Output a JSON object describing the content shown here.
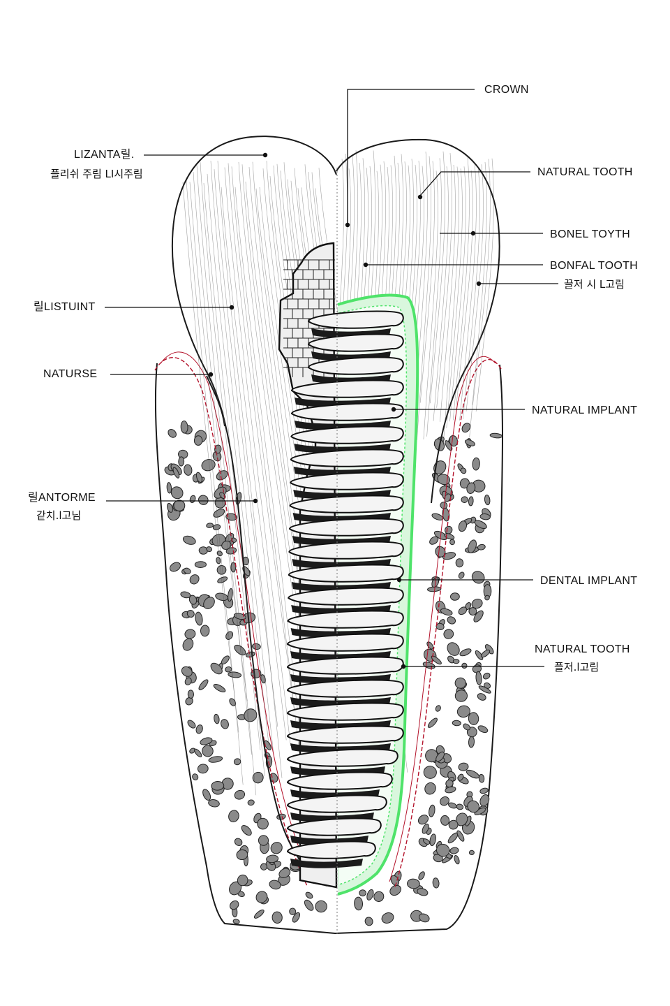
{
  "diagram": {
    "labels_left": [
      {
        "id": "l1",
        "line1": "LIZANTA릴.",
        "line2": "플리쉬 주림 LI시주림"
      },
      {
        "id": "l2",
        "line1": "릴LISTUINT",
        "line2": ""
      },
      {
        "id": "l3",
        "line1": "NATURSE",
        "line2": ""
      },
      {
        "id": "l4",
        "line1": "릴ANTORME",
        "line2": "같치.l고님"
      }
    ],
    "labels_right": [
      {
        "id": "r1",
        "line1": "CROWN",
        "line2": ""
      },
      {
        "id": "r2",
        "line1": "NATURAL TOOTH",
        "line2": ""
      },
      {
        "id": "r3",
        "line1": "BONEL TOYTH",
        "line2": ""
      },
      {
        "id": "r4",
        "line1": "BONFAL TOOTH",
        "line2": "끌저 시 L고림"
      },
      {
        "id": "r5",
        "line1": "NATURAL IMPLANT",
        "line2": ""
      },
      {
        "id": "r6",
        "line1": "DENTAL IMPLANT",
        "line2": ""
      },
      {
        "id": "r7",
        "line1": "NATURAL TOOTH",
        "line2": "플저.l고림"
      }
    ],
    "colors": {
      "ink": "#111111",
      "gum_line": "#b3122a",
      "osseo_green": "#4fe36a",
      "bone_pore": "#8a8a8a",
      "background": "#ffffff"
    }
  }
}
